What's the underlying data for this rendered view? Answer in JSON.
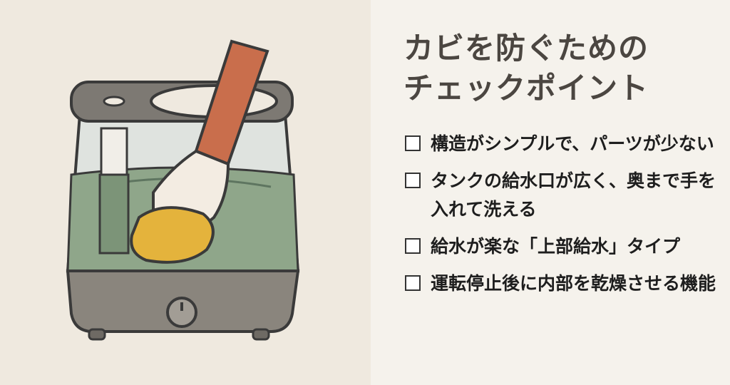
{
  "title": {
    "line1": "カビを防ぐための",
    "line2": "チェックポイント"
  },
  "checklist": [
    {
      "text": "構造がシンプルで、パーツが少ない",
      "checked": false
    },
    {
      "text": "タンクの給水口が広く、奥まで手を入れて洗える",
      "checked": false
    },
    {
      "text": "給水が楽な「上部給水」タイプ",
      "checked": false
    },
    {
      "text": "運転停止後に内部を乾燥させる機能",
      "checked": false
    }
  ],
  "colors": {
    "water": "#8fa68a",
    "body": "#8a857d",
    "sponge": "#e4b33c",
    "sleeve": "#c96e4c",
    "glove": "#f3ece2"
  }
}
